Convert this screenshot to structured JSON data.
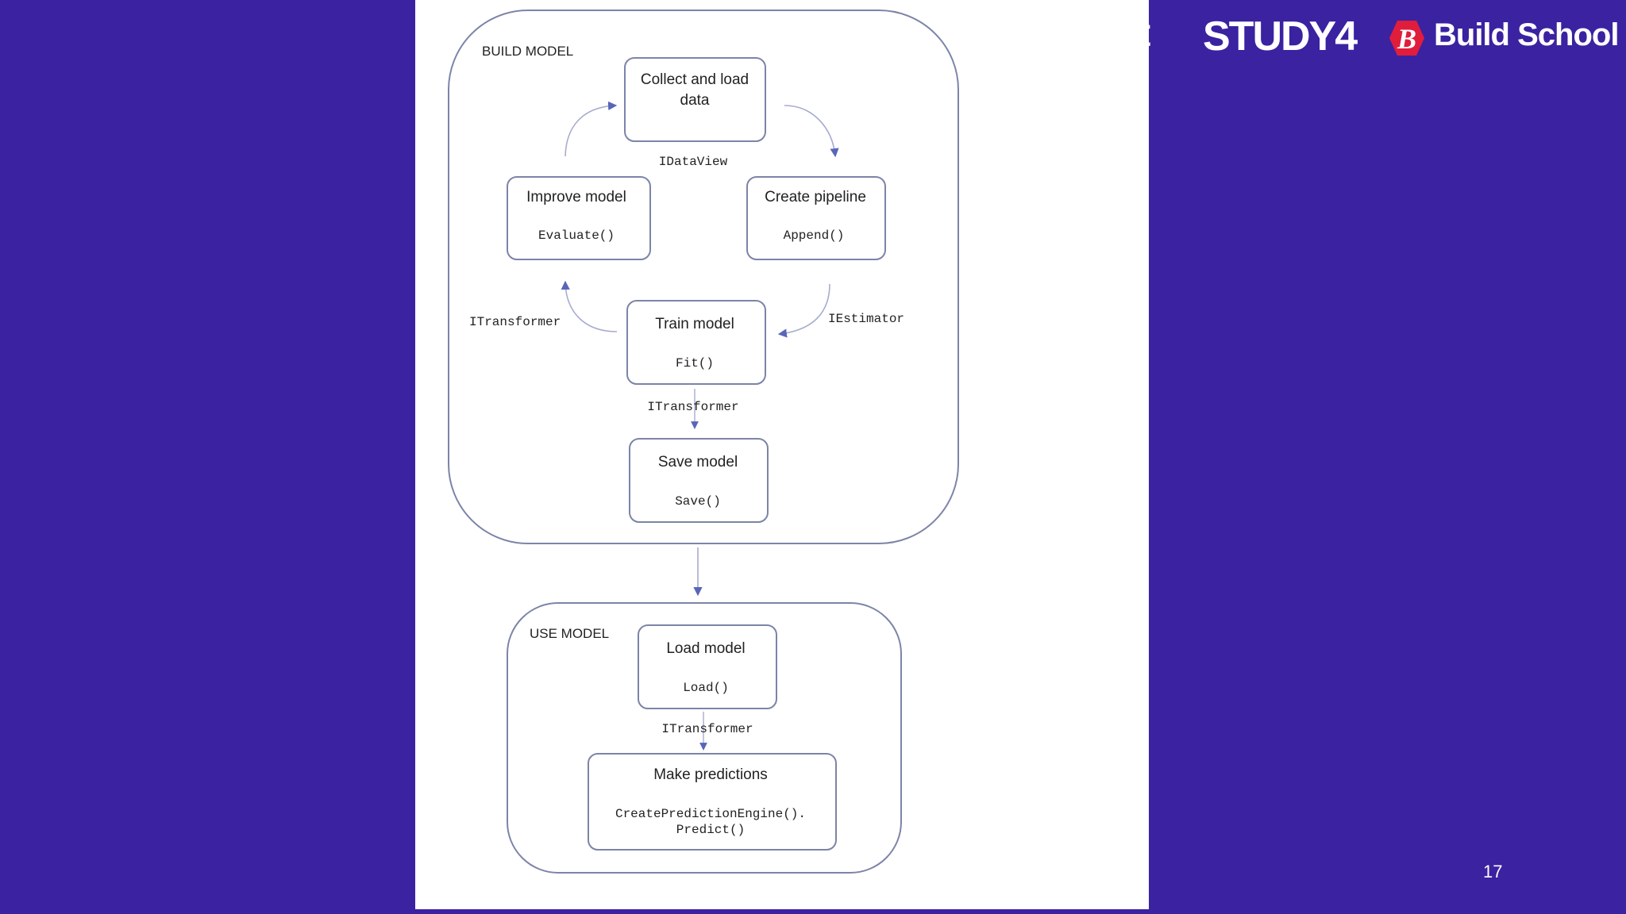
{
  "header": {
    "logo_partial": "ft",
    "logo_study4": "STUDY4",
    "logo_buildschool": "Build School",
    "logo_buildschool_mark": "B"
  },
  "page_number": "17",
  "colors": {
    "background": "#3b22a1",
    "panel": "#ffffff",
    "box_stroke": "#7c84a8",
    "arrow": "#5866b8",
    "buildschool_red": "#e11d3c"
  },
  "diagram": {
    "build_group_label": "BUILD MODEL",
    "use_group_label": "USE MODEL",
    "nodes": {
      "collect": {
        "title_line1": "Collect and load",
        "title_line2": "data"
      },
      "improve": {
        "title": "Improve model",
        "code": "Evaluate()"
      },
      "pipeline": {
        "title": "Create pipeline",
        "code": "Append()"
      },
      "train": {
        "title": "Train model",
        "code": "Fit()"
      },
      "save": {
        "title": "Save model",
        "code": "Save()"
      },
      "load": {
        "title": "Load model",
        "code": "Load()"
      },
      "predict": {
        "title": "Make predictions",
        "code_line1": "CreatePredictionEngine().",
        "code_line2": "Predict()"
      }
    },
    "edges": {
      "idataview": "IDataView",
      "iestimator": "IEstimator",
      "itransformer_loop": "ITransformer",
      "itransformer_save": "ITransformer",
      "itransformer_use": "ITransformer"
    }
  }
}
